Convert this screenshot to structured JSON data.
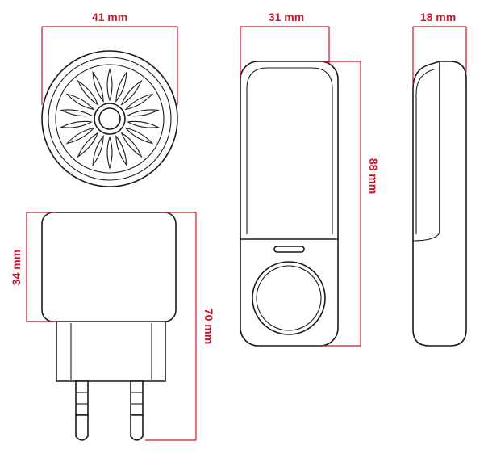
{
  "dimensions": {
    "round_width": "41 mm",
    "front_width": "31 mm",
    "side_depth": "18 mm",
    "front_height": "88 mm",
    "plug_body_height": "34 mm",
    "plug_total_height": "70 mm"
  },
  "colors": {
    "dimension": "#d0112b",
    "outline": "#1a1a1a",
    "background": "#ffffff"
  }
}
